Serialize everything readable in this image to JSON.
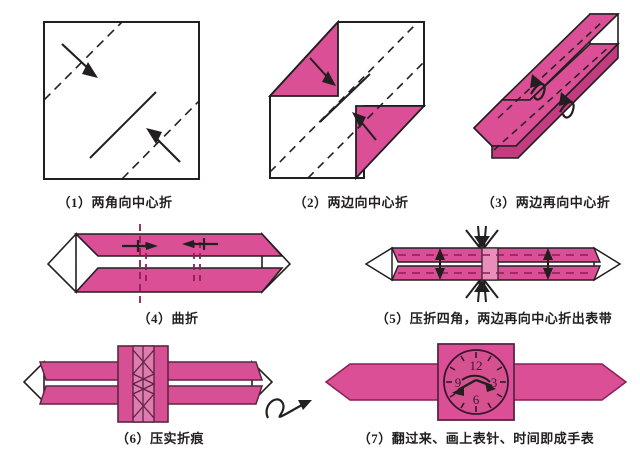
{
  "document": {
    "title": "折纸手表步骤图",
    "language": "zh-CN",
    "step_count": 7
  },
  "palette": {
    "paper_pink": "#da4f95",
    "paper_pink_light": "#e474ad",
    "paper_pink_dark": "#c23c80",
    "paper_white": "#ffffff",
    "outline": "#3a2a33",
    "ink": "#231f20",
    "background": "#ffffff"
  },
  "steps": [
    {
      "number": "1",
      "caption": "（1）两角向中心折",
      "figure_name": "square-sheet-two-corners-fold",
      "description": "正方形纸，两条虚线对角折线，两个箭头指向中心",
      "shape": "square",
      "fill": "white",
      "fold_lines": 2,
      "arrows": 2
    },
    {
      "number": "2",
      "caption": "（2）两边向中心折",
      "figure_name": "hexagon-sheet-two-sides-fold",
      "description": "两角已折成粉色三角形，虚线表示两边向中心折",
      "shape": "hexagon",
      "fill": "white-with-pink-corners",
      "fold_lines": 2,
      "arrows": 2
    },
    {
      "number": "3",
      "caption": "（3）两边再向中心折",
      "figure_name": "diagonal-band-fold-again",
      "description": "斜向粉色长条，两个卷曲箭头表示再次向中心折",
      "shape": "diagonal-band",
      "fill": "pink",
      "fold_lines": 2,
      "arrows": 2
    },
    {
      "number": "4",
      "caption": "（4）曲折",
      "figure_name": "horizontal-band-zigzag-fold",
      "description": "水平粉色长条，两端为白色菱形，两组竖虚线与相对箭头",
      "shape": "horizontal-band",
      "fill": "pink",
      "fold_lines": 2,
      "arrows": 2
    },
    {
      "number": "5",
      "caption": "（5）压折四角，两边再向中心折出表带",
      "figure_name": "band-press-four-corners",
      "description": "长条两端收尖，中部四向箭头汇聚，压折出表带",
      "shape": "pointed-band",
      "fill": "pink",
      "fold_lines": 4,
      "arrows": 8
    },
    {
      "number": "6",
      "caption": "（6）压实折痕",
      "figure_name": "band-with-center-block",
      "description": "表带中央形成方块表盘，右下方有翻面环形箭头",
      "shape": "band-with-block",
      "fill": "pink",
      "flip_symbol": true
    },
    {
      "number": "7",
      "caption": "（7）翻过来、画上表针、时间即成手表",
      "figure_name": "finished-paper-watch",
      "description": "成品手表，表盘画上时针分针",
      "shape": "finished-watch",
      "fill": "pink",
      "clock": {
        "numerals": [
          "12",
          "3",
          "6",
          "9"
        ],
        "hands": [
          "hour-hand",
          "minute-hand"
        ],
        "tick_count": 12
      }
    }
  ]
}
